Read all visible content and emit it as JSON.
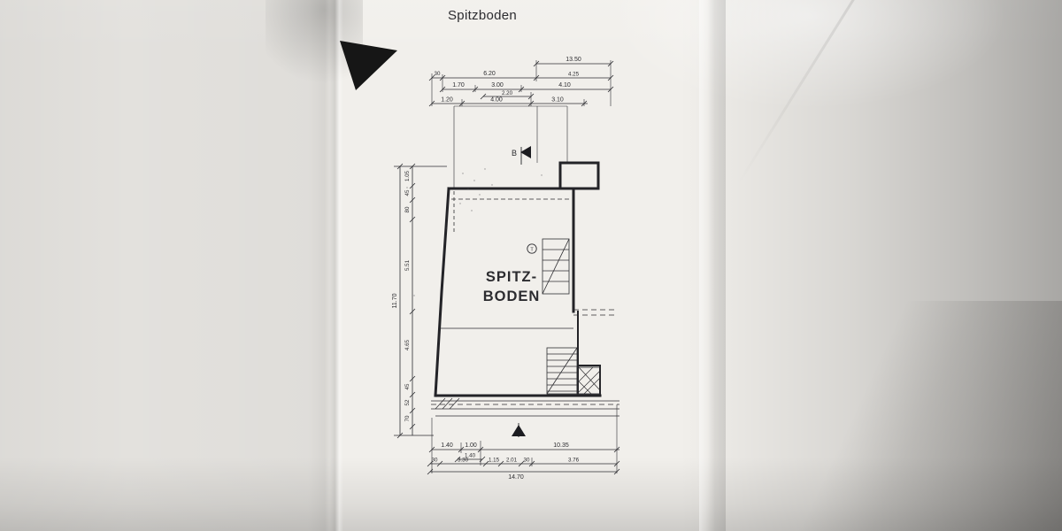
{
  "title": "Spitzboden",
  "room_label": {
    "line1": "SPITZ-",
    "line2": "BODEN"
  },
  "section_marker": {
    "label": "B"
  },
  "stair_symbol": "T",
  "dimensions": {
    "top": {
      "row1": [
        "13.50"
      ],
      "row2": [
        "30",
        "6.20",
        "4.25"
      ],
      "row3": [
        "1.70",
        "3.00",
        "4.10"
      ],
      "row4": [
        "2.20"
      ],
      "row5": [
        "1.20",
        "4.00",
        "3.10"
      ]
    },
    "left": {
      "overall": "11.70",
      "segments": [
        "1.05",
        "45",
        "80",
        "5.51",
        "4.65",
        "45",
        "52",
        "70"
      ]
    },
    "bottom": {
      "row1": [
        "1.40",
        "1.00",
        "10.35"
      ],
      "row2": [
        "1.40"
      ],
      "row3": [
        "30",
        "3.30",
        "1.15",
        "2.01",
        "30",
        "3.76"
      ],
      "row4": [
        "14.70"
      ]
    }
  }
}
